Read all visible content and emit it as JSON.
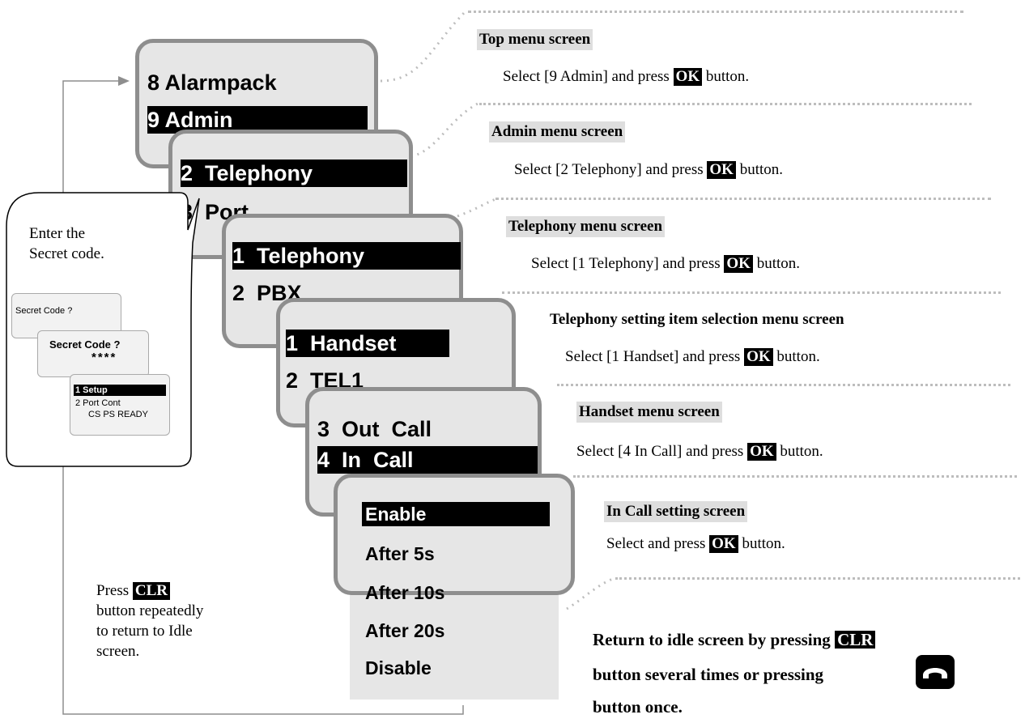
{
  "screens": {
    "top": {
      "line1": "8 Alarmpack",
      "line2": "9 Admin"
    },
    "admin": {
      "line1": "2  Telephony",
      "line2": "3  Port"
    },
    "telephony": {
      "line1": "1  Telephony",
      "line2": "2  PBX"
    },
    "setting": {
      "line1": "1  Handset",
      "line2": "2  TEL1"
    },
    "handset": {
      "line1": "3  Out  Call",
      "line2": "4  In  Call"
    },
    "incall": {
      "options": [
        "Enable",
        "After 5s",
        "After 10s",
        "After 20s",
        "Disable"
      ]
    }
  },
  "steps": [
    {
      "title": "Top menu screen",
      "pre": "Select [9 Admin] and press",
      "key": "OK",
      "post": "button."
    },
    {
      "title": "Admin menu screen",
      "pre": "Select [2 Telephony] and press",
      "key": "OK",
      "post": "button."
    },
    {
      "title": "Telephony menu screen",
      "pre": "Select [1 Telephony] and press",
      "key": "OK",
      "post": "button."
    },
    {
      "title": "Telephony setting item selection menu screen",
      "pre": "Select [1 Handset] and press",
      "key": "OK",
      "post": "button."
    },
    {
      "title": "Handset menu screen",
      "pre": "Select [4 In Call] and press",
      "key": "OK",
      "post": "button."
    },
    {
      "title": "In Call setting screen",
      "pre": "Select and press",
      "key": "OK",
      "post": "button."
    }
  ],
  "callout": {
    "line1": "Enter the",
    "line2": "Secret code.",
    "mini1": "Secret Code ?",
    "mini2_a": "Secret Code ?",
    "mini2_b": "****",
    "mini3_a": "1 Setup",
    "mini3_b": "2 Port Cont",
    "mini3_c": "CS PS READY"
  },
  "left_note": {
    "pre": "Press",
    "key": "CLR",
    "line2": "button repeatedly",
    "line3": "to return to Idle",
    "line4": "screen."
  },
  "return_note": {
    "line1": "Return to idle screen by pressing",
    "key": "CLR",
    "line2": "button several times or pressing",
    "line3": "button once.",
    "icon": "hang-up-icon"
  }
}
